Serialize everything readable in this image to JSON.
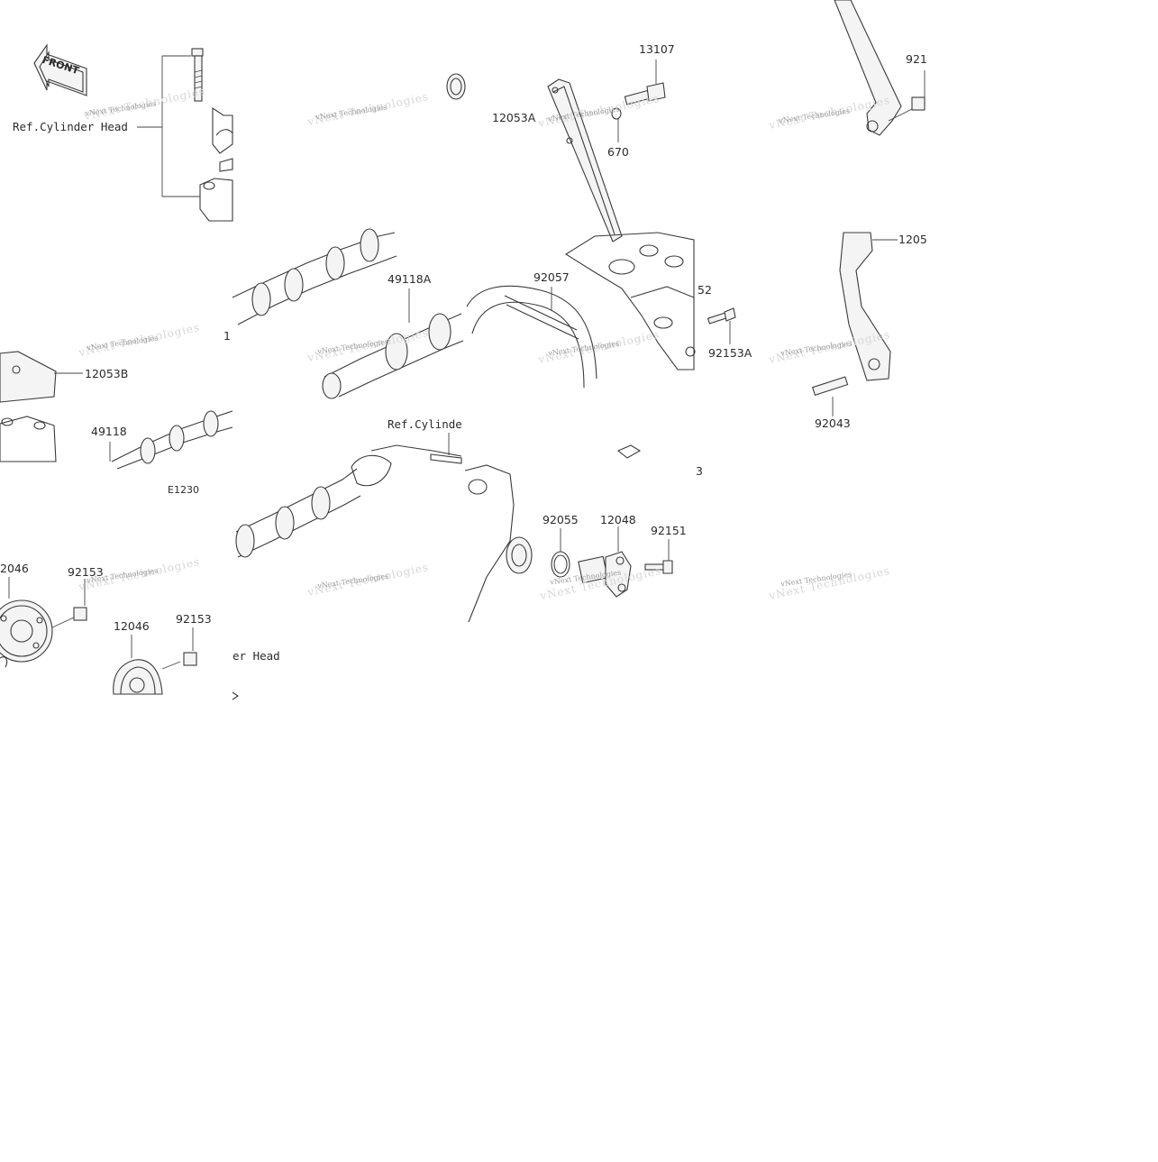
{
  "diagram": {
    "front_label": "FRONT",
    "ref_cylinder_head_1": "Ref.Cylinder Head",
    "ref_cylinder_head_2": "Ref.Cylinde",
    "ref_cylinder_head_3": "er Head",
    "code": "E1230",
    "watermark": "vNext Technologies",
    "parts": {
      "p13107": "13107",
      "p12053A": "12053A",
      "p670": "670",
      "p921_top": "921",
      "p49118A": "49118A",
      "p92057": "92057",
      "p52": "52",
      "p92153A": "92153A",
      "p1205_right": "1205",
      "p92043": "92043",
      "p12053B": "12053B",
      "p49118": "49118",
      "p12046_a": "2046",
      "p92153_a": "92153",
      "p12046_b": "12046",
      "p92153_b": "92153",
      "p92055": "92055",
      "p12048": "12048",
      "p92151": "92151",
      "p3": "3",
      "p1_small": "1"
    }
  }
}
